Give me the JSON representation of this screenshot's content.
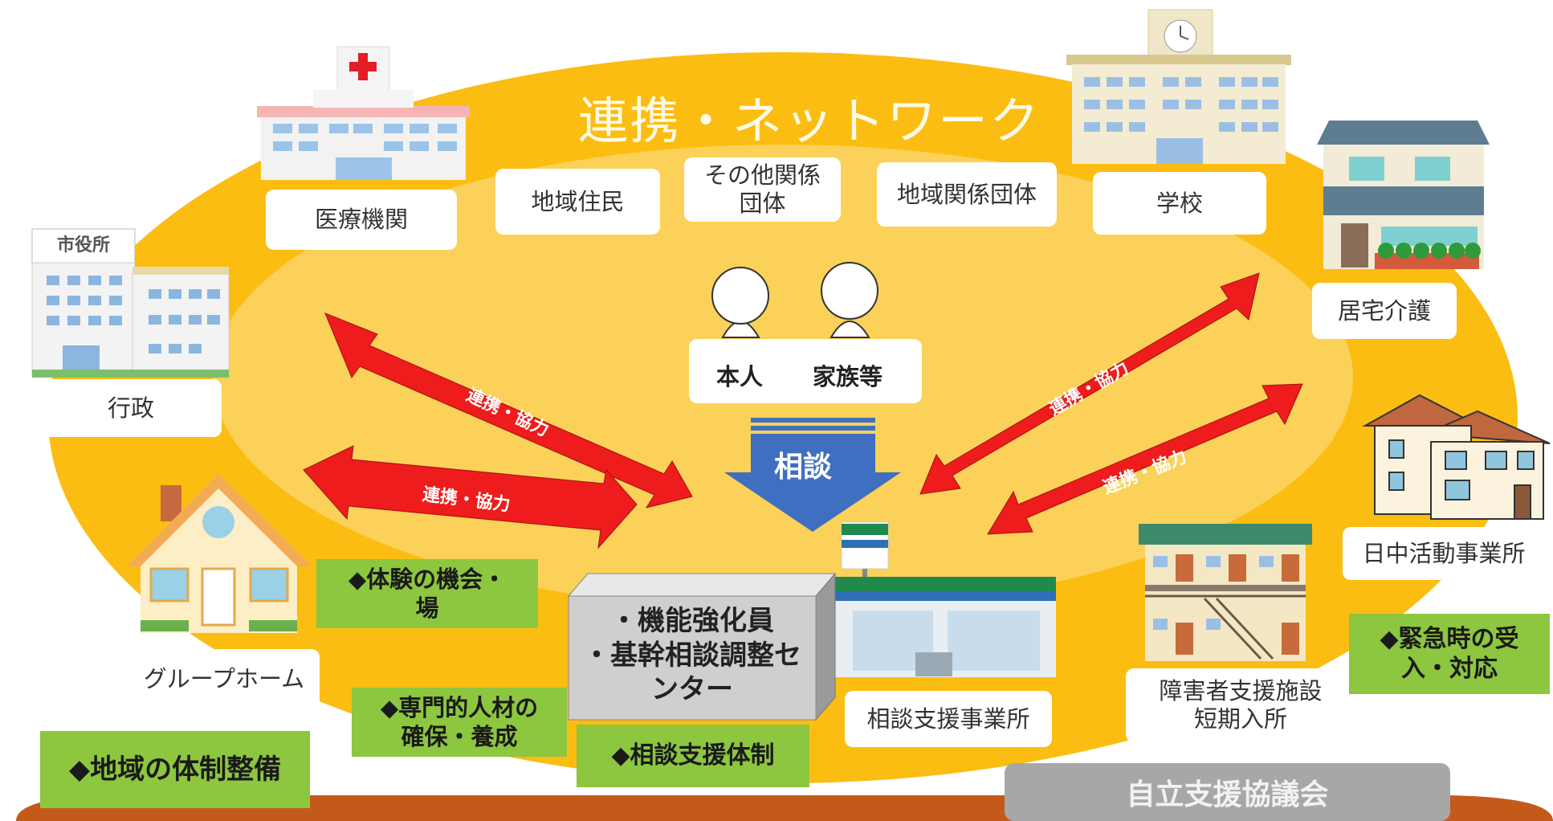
{
  "title": "連携・ネットワーク",
  "facilities": {
    "medical": "医療機関",
    "residents": "地域住民",
    "other_orgs": "その他関係\n団体",
    "local_orgs": "地域関係団体",
    "school": "学校",
    "home_care": "居宅介護",
    "administration": "行政",
    "city_hall_sign": "市役所",
    "group_home": "グループホーム",
    "day_activity": "日中活動事業所",
    "disability_facility": "障害者支援施設\n短期入所",
    "consultation_office": "相談支援事業所"
  },
  "people": {
    "self": "本人",
    "family": "家族等"
  },
  "consult": "相談",
  "arrow_label": "連携・協力",
  "center_box": "・機能強化員\n・基幹相談調整セ\nンター",
  "green_boxes": {
    "experience": "◆体験の機会・\n場",
    "specialists": "◆専門的人材の\n確保・養成",
    "consult_system": "◆相談支援体制",
    "regional_system": "◆地域の体制整備",
    "emergency": "◆緊急時の受\n入・対応"
  },
  "council": "自立支援協議会",
  "colors": {
    "ellipse_outer": "#fbbd12",
    "ellipse_inner": "#fcd662",
    "arrow": "#ee1c1c",
    "consult_arrow": "#3f6fc0",
    "green": "#8dc63f",
    "ground": "#c45a1a"
  },
  "icons": [
    "hospital-icon",
    "city-hall-icon",
    "school-icon",
    "house-icon",
    "group-home-icon",
    "apartment-icon",
    "store-icon",
    "person-icon"
  ]
}
